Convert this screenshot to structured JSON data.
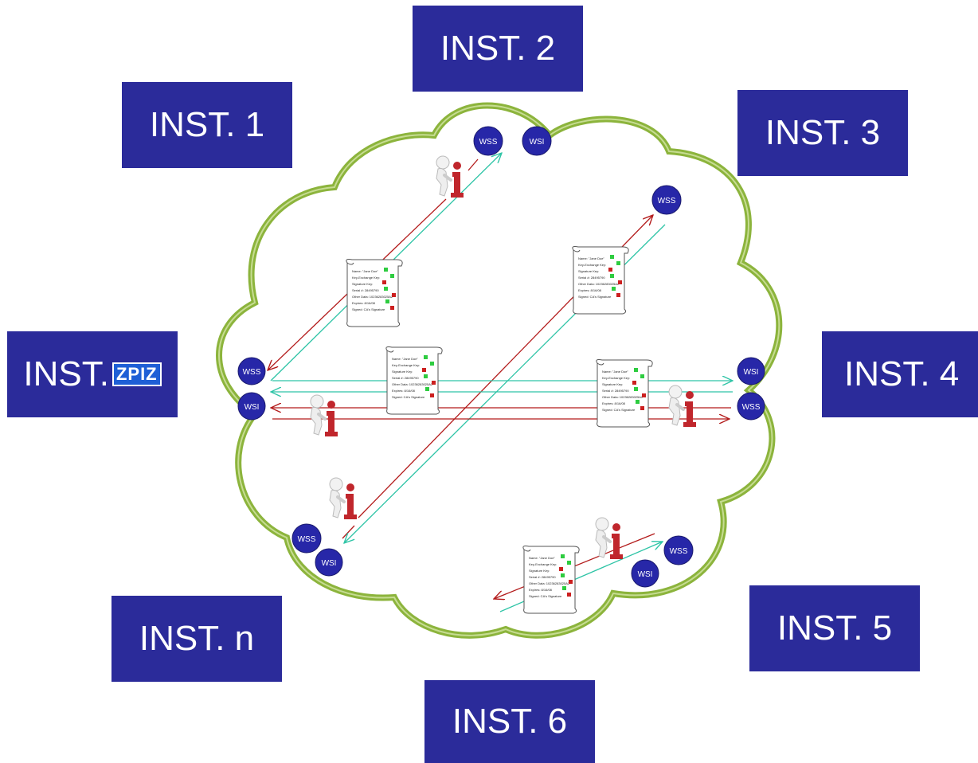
{
  "institutions": {
    "inst1": "INST. 1",
    "inst2": "INST. 2",
    "inst3": "INST. 3",
    "inst4": "INST. 4",
    "inst5": "INST. 5",
    "inst6": "INST. 6",
    "instn": "INST. n",
    "inst_home": "INST.",
    "inst_home_logo": "ZPIZ"
  },
  "nodes": {
    "wss": "WSS",
    "wsi": "WSI"
  },
  "certificate": {
    "lines": [
      "Name: \"Jane Doe\"",
      "Key-Exchange Key:",
      "Signature Key:",
      "Serial #: 28495790",
      "Other Data: 10236283025A2",
      "Expires: 8/16/08",
      "Signed: CA's Signature"
    ]
  },
  "colors": {
    "box": "#2b2b9a",
    "node": "#2727a8",
    "cloud": "#8cb43c",
    "request_arrow": "#b31b1b",
    "response_arrow": "#2ec4a6",
    "info_icon": "#c0262c",
    "check_ok": "#2ecc40",
    "check_bad": "#cc1f1f"
  }
}
